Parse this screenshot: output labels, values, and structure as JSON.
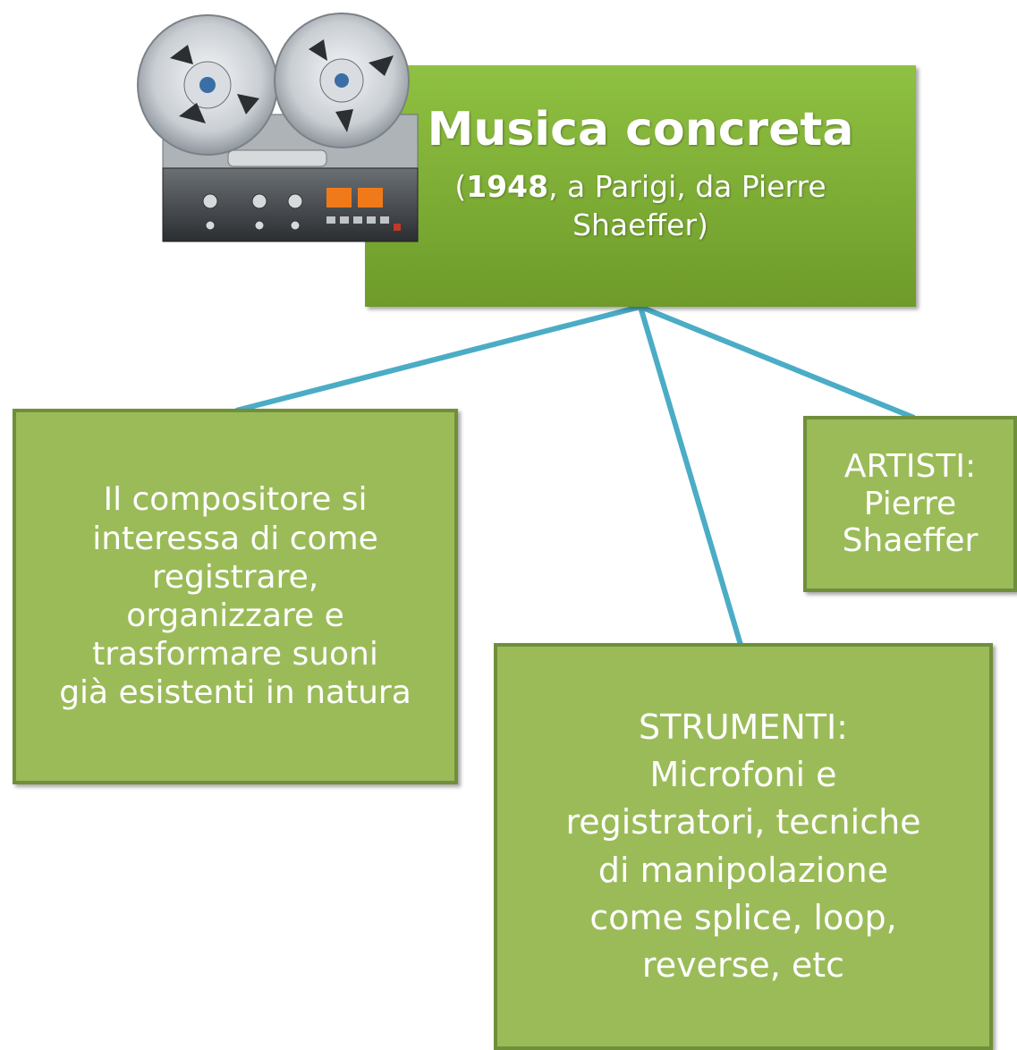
{
  "main": {
    "title": "Musica concreta",
    "subtitle_open": "(",
    "subtitle_year": "1948",
    "subtitle_rest": ", a Parigi, da Pierre Shaeffer)"
  },
  "nodes": {
    "left": "Il compositore si\ninteressa di come\nregistrare,\norganizzare e\ntrasformare  suoni\ngià esistenti in natura",
    "bottom": "STRUMENTI:\nMicrofoni  e\nregistratori,  tecniche\ndi manipolazione\ncome splice, loop,\nreverse,  etc",
    "right": "ARTISTI:\nPierre\nShaeffer"
  },
  "colors": {
    "node_fill": "#9bbb59",
    "node_border": "#6f8f3b",
    "main_fill_top": "#8fc142",
    "main_fill_bottom": "#6e9b2a",
    "connector": "#4bacc6",
    "text": "#ffffff"
  },
  "image": "reel-to-reel-tape-recorder"
}
